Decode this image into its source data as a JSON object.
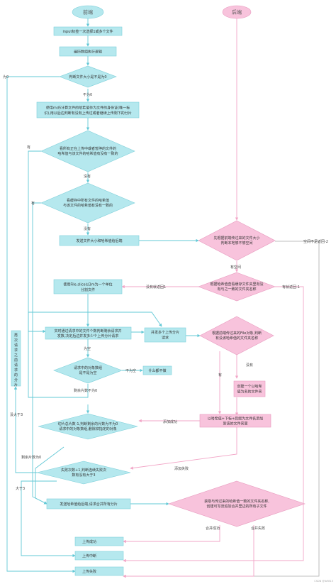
{
  "headers": {
    "frontend": "前端",
    "backend": "后端"
  },
  "nodes": {
    "input_select": "input标签一次选择1或多个文件",
    "iterate": "遍历数组执行逻辑",
    "check_size_1": "判断文件大小是不是为0",
    "md5_1": "使用md5计算文件的哈希值作为文件的身份证(唯一标",
    "md5_2": "识),用以后边判断有没有上传过或者继续上传剩下的分片",
    "check_queue_1": "看所有正在上传中或者暂停的文件的",
    "check_queue_2": "哈希值与该文件的哈希值有没有一致的",
    "check_cache_1": "看缓存中所有文件的哈希值",
    "check_cache_2": "与该文件的哈希值有没有一致的",
    "send_hash": "发送文件大小和哈希值给后端",
    "be_check_space_1": "先根据前端传过来的文件大小",
    "be_check_space_2": "判断本地够不够空间",
    "be_check_folder_1": "根据哈希值查看缓存文件夹里有没",
    "be_check_folder_2": "有与之一致的文件夹名称",
    "slice_1": "使用File.slice以3m为一个单位",
    "slice_2": "分割文件",
    "send_req_1": "实时通过请求中的文件个数判断剩余请求并",
    "send_req_2": "发数,决定后边并发多少个上传分片请求",
    "concurrent_1": "并发多个上传分片",
    "concurrent_2": "请求",
    "be_obj_1": "根据前端传过来的File对象,判断",
    "be_obj_2": "有没该哈希值的文件夹名称",
    "check_empty_1": "请求中的对象数组",
    "check_empty_2": "是不是为空",
    "do_nothing": "什么都不做",
    "create_folder_1": "创建一个以哈希",
    "create_folder_2": "值为名的文件夹",
    "slice_count_1": "切片总片数-1,判断剩余的片数为不为0",
    "slice_count_2": "请求中的对象数组,删除掉指定的对象",
    "be_save_1": "以哈希值+下标+后缀为文件名添加",
    "be_save_2": "到该的文件夹里",
    "fail_count_1": "失败次数+1,判断连续失败次",
    "fail_count_2": "数有没有大于3",
    "send_merge": "发送哈希值给后端,请求合并所有分片",
    "be_merge_1": "获取与传过来的哈希值一致的文件夹名称,",
    "be_merge_2": "创建可写流追加合并里边的所有子文件",
    "success": "上传成功",
    "interrupt": "上传中断",
    "failure": "上传失败",
    "resend_1": "再",
    "resend_2": "次",
    "resend_3": "请",
    "resend_4": "求",
    "resend_5": "之",
    "resend_6": "前",
    "resend_7": "请",
    "resend_8": "求",
    "resend_9": "的",
    "resend_10": "分",
    "resend_11": "片"
  },
  "labels": {
    "is_zero": "为0",
    "not_zero": "不为0",
    "has_1": "有",
    "no_1": "没有",
    "has_2": "有",
    "no_2": "没有",
    "has_space": "有空间",
    "space_insufficient": "空间不足返回-2",
    "not_returned_1": "没有就返回1",
    "has_returned_neg1": "有就返回-1",
    "empty": "为空",
    "not_empty": "不为空",
    "remaining_not_zero": "剩余片数不为0",
    "has": "有",
    "no": "没有",
    "add_success": "添加成功",
    "add_fail": "添加失败",
    "remaining_zero": "剩余片数为0",
    "not_gt_3": "没大于3",
    "gt_3": "大于3",
    "merge_success": "合并成功",
    "merge_fail": "合并失败"
  },
  "watermark": "CSDN @lb9813"
}
